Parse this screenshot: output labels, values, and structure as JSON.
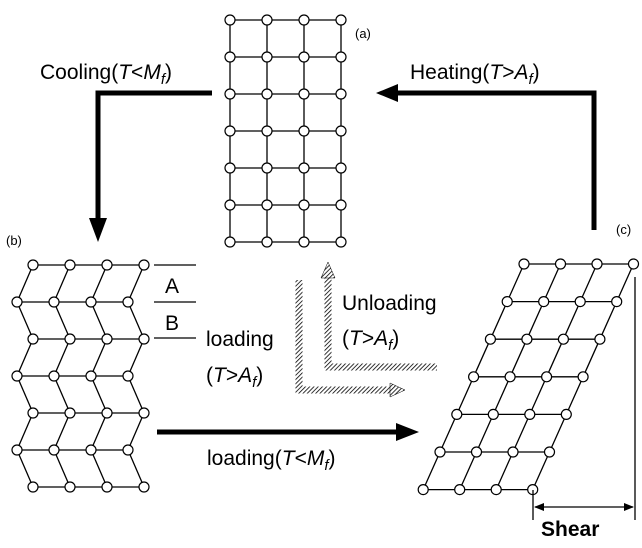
{
  "panels": {
    "a": "(a)",
    "b": "(b)",
    "c": "(c)"
  },
  "layers": {
    "upper": "A",
    "lower": "B"
  },
  "cooling": {
    "prefix": "Cooling(",
    "var": "T",
    "op": "<",
    "sym": "M",
    "sub": "f",
    "suffix": ")"
  },
  "heating": {
    "prefix": "Heating(",
    "var": "T",
    "op": ">",
    "sym": "A",
    "sub": "f",
    "suffix": ")"
  },
  "loading_hot": {
    "word": "loading",
    "prefix": "(",
    "var": "T",
    "op": ">",
    "sym": "A",
    "sub": "f",
    "suffix": ")"
  },
  "unloading_hot": {
    "word": "Unloading",
    "prefix": "(",
    "var": "T",
    "op": ">",
    "sym": "A",
    "sub": "f",
    "suffix": ")"
  },
  "loading_cold": {
    "prefix": "loading(",
    "var": "T",
    "op": "<",
    "sym": "M",
    "sub": "f",
    "suffix": ")"
  },
  "shear": "Shear",
  "colors": {
    "ink": "#000000",
    "node_fill": "#ffffff"
  }
}
